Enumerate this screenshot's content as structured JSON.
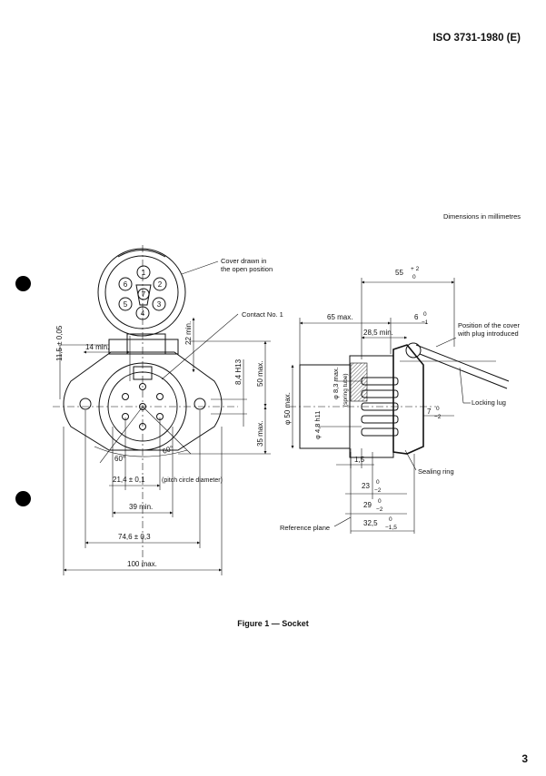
{
  "header": {
    "standard_ref": "ISO 3731-1980 (E)"
  },
  "units_note": "Dimensions in millimetres",
  "figure": {
    "caption": "Figure 1 — Socket",
    "front_view": {
      "pin_numbers": [
        "1",
        "2",
        "3",
        "4",
        "5",
        "6",
        "7"
      ],
      "labels": {
        "cover_line1": "Cover drawn in",
        "cover_line2": "the open position",
        "contact": "Contact No. 1"
      },
      "dims": {
        "d_11_5": "11,5 ± 0,05",
        "d_14": "14 min.",
        "d_22": "22 min.",
        "d_8_4": "8,4 H13",
        "d_50": "50 max.",
        "d_35": "35 max.",
        "ang1": "60°",
        "ang2": "60°",
        "d_21_4": "21,4 ± 0,1",
        "pitch": "(pitch circle diameter)",
        "d_39": "39 min.",
        "d_74_6": "74,6 ± 0,3",
        "d_100": "100 max."
      }
    },
    "side_view": {
      "labels": {
        "cover_pos1": "Position of the cover",
        "cover_pos2": "with plug introduced",
        "locking_lug": "Locking lug",
        "sealing_ring": "Sealing ring",
        "reference_plane": "Reference plane"
      },
      "dims": {
        "d_55": "55",
        "d_55_tol_up": "+ 2",
        "d_55_tol_lo": "0",
        "d_65": "65 max.",
        "d_6": "6",
        "d_6_tol_up": "0",
        "d_6_tol_lo": "−1",
        "d_28_5": "28,5 min.",
        "d_phi50": "φ 50 max.",
        "d_phi8_3": "φ 8,3 max.",
        "spring_tube": "(spring tube)",
        "d_phi4_8": "φ 4,8 h11",
        "d_7": "7",
        "d_7_tol_up": "0",
        "d_7_tol_lo": "−2",
        "d_1_5": "1,5",
        "d_23": "23",
        "d_23_tol_up": "0",
        "d_23_tol_lo": "−2",
        "d_29": "29",
        "d_29_tol_up": "0",
        "d_29_tol_lo": "−2",
        "d_32_5": "32,5",
        "d_32_5_tol_up": "0",
        "d_32_5_tol_lo": "−1,5"
      }
    }
  },
  "page_number": "3"
}
